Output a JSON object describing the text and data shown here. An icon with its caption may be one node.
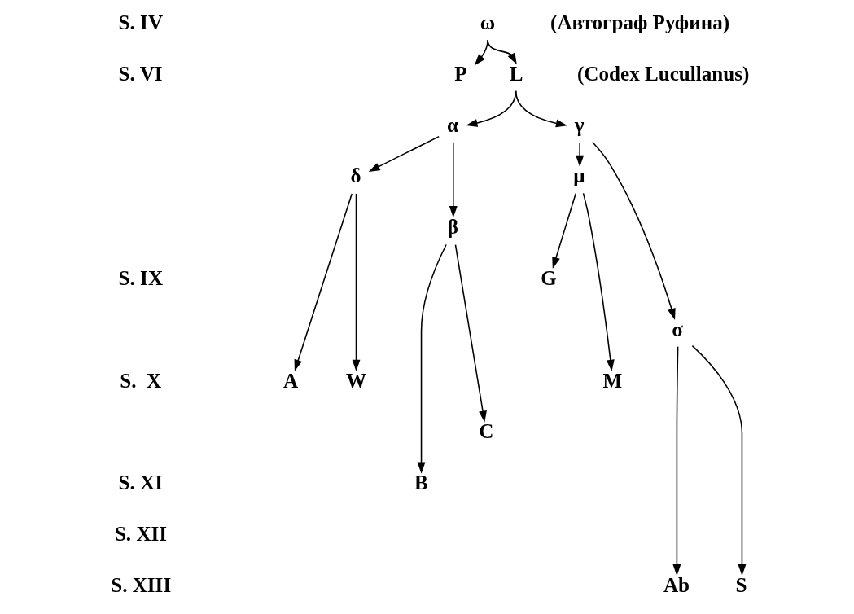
{
  "diagram": {
    "nodes": [
      {
        "text": [
          "ω"
        ],
        "beside": [
          "(Автограф Руфина)"
        ]
      },
      {
        "text": [
          "P"
        ]
      },
      {
        "text": [
          "L"
        ],
        "beside": [
          "(Codex Lucullanus)"
        ]
      },
      {
        "text": [
          "α"
        ]
      },
      {
        "text": [
          "γ"
        ]
      },
      {
        "text": [
          "δ"
        ]
      },
      {
        "text": [
          "μ"
        ]
      },
      {
        "text": [
          "β"
        ]
      },
      {
        "text": [
          "G"
        ]
      },
      {
        "text": [
          "σ"
        ]
      },
      {
        "text": [
          "A"
        ]
      },
      {
        "text": [
          "W"
        ]
      },
      {
        "text": [
          "M"
        ]
      },
      {
        "text": [
          "C"
        ]
      },
      {
        "text": [
          "B"
        ]
      },
      {
        "text": [
          "Ab"
        ]
      },
      {
        "text": [
          "S"
        ]
      }
    ],
    "edges": [
      {
        "from": 0,
        "to": 1,
        "arrow": "to"
      },
      {
        "from": 0,
        "to": 2,
        "arrow": "to"
      },
      {
        "from": 2,
        "to": 3,
        "arrow": "to"
      },
      {
        "from": 2,
        "to": 4,
        "arrow": "to"
      },
      {
        "from": 3,
        "to": 5,
        "arrow": "to"
      },
      {
        "from": 3,
        "to": 7,
        "arrow": "to"
      },
      {
        "from": 4,
        "to": 6,
        "arrow": "to"
      },
      {
        "from": 4,
        "to": 9,
        "arrow": "to"
      },
      {
        "from": 6,
        "to": 8,
        "arrow": "to"
      },
      {
        "from": 6,
        "to": 12,
        "arrow": "to"
      },
      {
        "from": 5,
        "to": 10,
        "arrow": "to"
      },
      {
        "from": 5,
        "to": 11,
        "arrow": "to"
      },
      {
        "from": 7,
        "to": 14,
        "arrow": "to"
      },
      {
        "from": 7,
        "to": 13,
        "arrow": "to"
      },
      {
        "from": 9,
        "to": 15,
        "arrow": "to"
      },
      {
        "from": 9,
        "to": 16,
        "arrow": "to"
      }
    ],
    "labels": [
      "S. IV",
      "S. VI",
      "S. IX",
      "S.  X",
      "S. XI",
      "S. XII",
      "S. XIII"
    ]
  }
}
